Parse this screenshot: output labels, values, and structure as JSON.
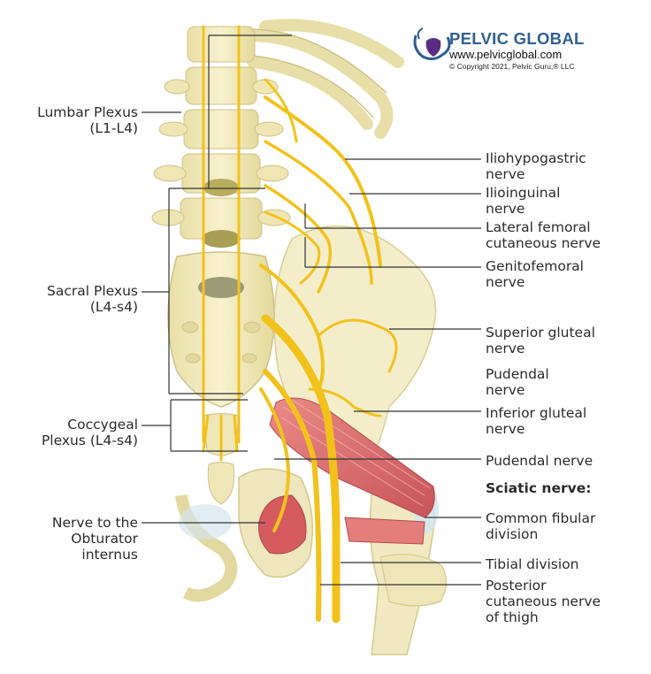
{
  "brand": {
    "name": "PELVIC GLOBAL",
    "url": "www.pelvicglobal.com",
    "copyright": "© Copyright 2021, Pelvic Guru,® LLC",
    "color": "#2f5f8f"
  },
  "labels_left": {
    "lumbar_1": "Lumbar Plexus",
    "lumbar_2": "(L1-L4)",
    "sacral_1": "Sacral Plexus",
    "sacral_2": "(L4-s4)",
    "coccygeal_1": "Coccygeal",
    "coccygeal_2": "Plexus (L4-s4)",
    "obturator_1": "Nerve to the",
    "obturator_2": "Obturator",
    "obturator_3": "internus"
  },
  "labels_right": {
    "iliohypogastric_1": "Iliohypogastric",
    "iliohypogastric_2": "nerve",
    "ilioinguinal_1": "Ilioinguinal",
    "ilioinguinal_2": "nerve",
    "lateral_femoral_1": "Lateral femoral",
    "lateral_femoral_2": "cutaneous nerve",
    "genitofemoral_1": "Genitofemoral",
    "genitofemoral_2": "nerve",
    "superior_gluteal_1": "Superior gluteal",
    "superior_gluteal_2": "nerve",
    "pudendal_top_1": "Pudendal",
    "pudendal_top_2": "nerve",
    "inferior_gluteal_1": "Inferior gluteal",
    "inferior_gluteal_2": "nerve",
    "pudendal_nerve": "Pudendal nerve",
    "sciatic_heading": "Sciatic nerve:",
    "common_fibular_1": "Common fibular",
    "common_fibular_2": "division",
    "tibial": "Tibial division",
    "posterior_cutaneous_1": "Posterior",
    "posterior_cutaneous_2": "cutaneous nerve",
    "posterior_cutaneous_3": "of thigh"
  },
  "colors": {
    "bone": "#f3ecc2",
    "bone_shadow": "#ddd29a",
    "nerve": "#f2c21b",
    "nerve_outline": "#c99a10",
    "muscle": "#d9686a",
    "leader": "#333333"
  }
}
